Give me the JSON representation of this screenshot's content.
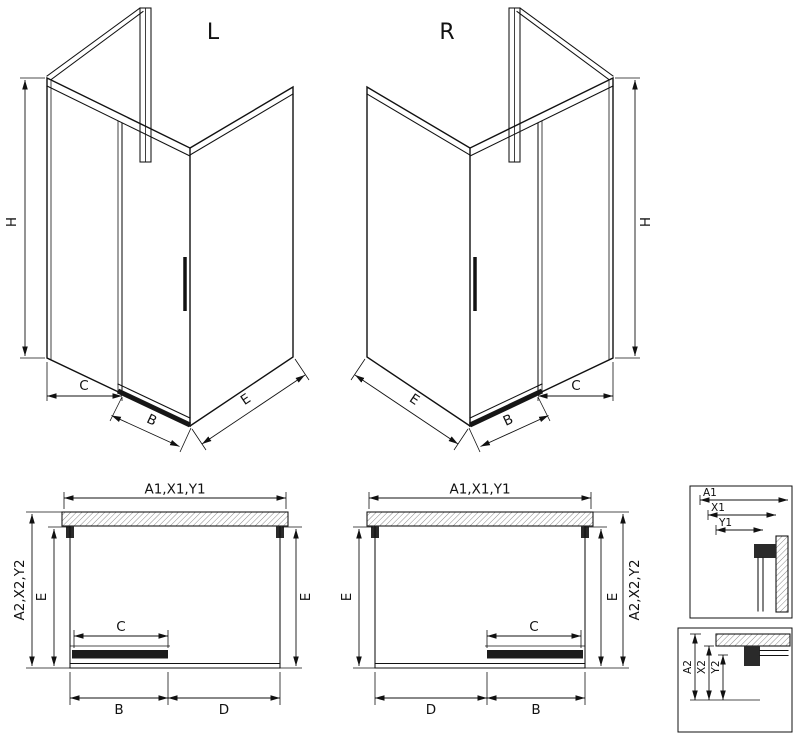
{
  "iso_left": {
    "title": "L",
    "dim_height": "H",
    "dim_fixed": "C",
    "dim_door": "B",
    "dim_side": "E"
  },
  "iso_right": {
    "title": "R",
    "dim_height": "H",
    "dim_fixed": "C",
    "dim_door": "B",
    "dim_side": "E"
  },
  "plan_left": {
    "dim_top": "A1,X1,Y1",
    "dim_left_outer": "A2,X2,Y2",
    "dim_left_inner": "E",
    "dim_right": "E",
    "dim_opening": "C",
    "dim_bottom_left": "B",
    "dim_bottom_right": "D"
  },
  "plan_right": {
    "dim_top": "A1,X1,Y1",
    "dim_left": "E",
    "dim_right_inner": "E",
    "dim_right_outer": "A2,X2,Y2",
    "dim_opening": "C",
    "dim_bottom_left": "D",
    "dim_bottom_right": "B"
  },
  "detail_top": {
    "a1": "A1",
    "x1": "X1",
    "y1": "Y1"
  },
  "detail_bottom": {
    "a2": "A2",
    "x2": "X2",
    "y2": "Y2"
  }
}
